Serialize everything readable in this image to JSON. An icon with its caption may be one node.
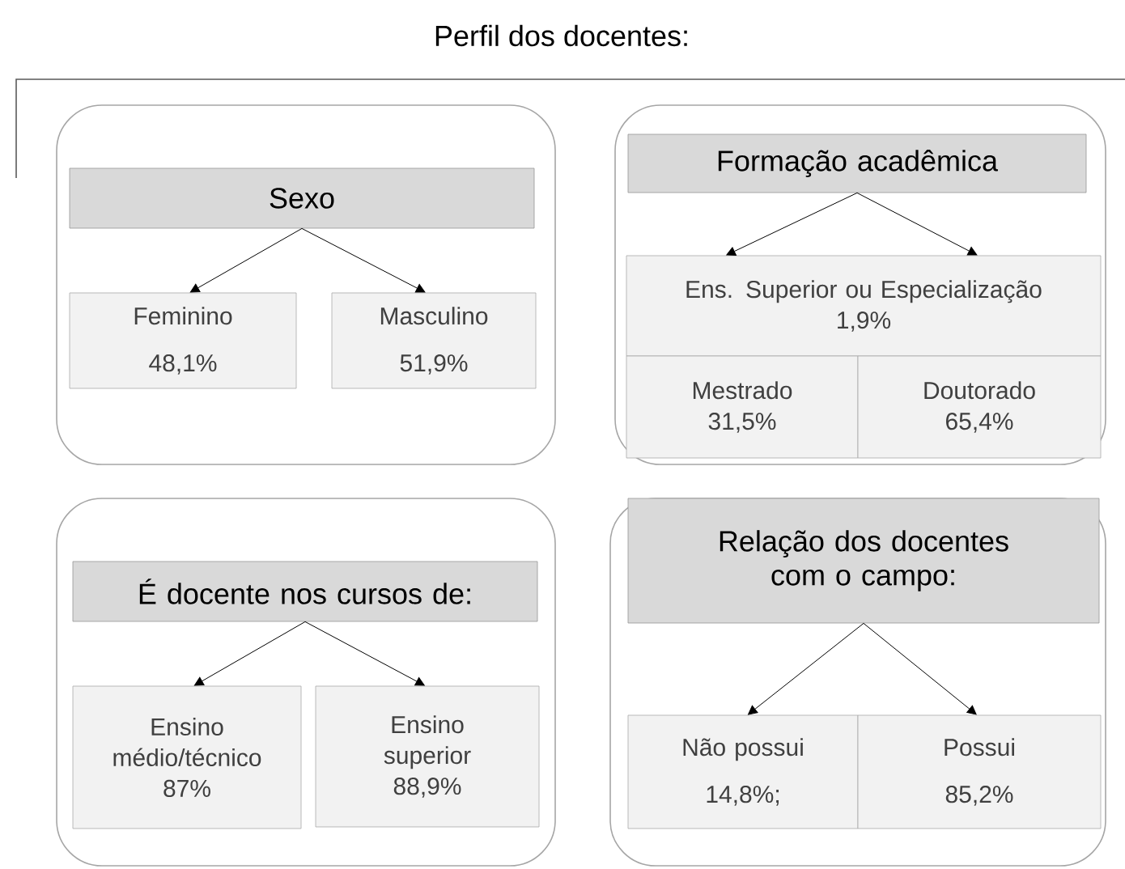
{
  "diagram": {
    "title": "Perfil dos docentes:",
    "nodes": [
      {
        "text": [],
        "shape": "box"
      },
      {
        "text": [
          "Sexo"
        ],
        "in": 0
      },
      {
        "text": [
          "Feminino",
          "48,1%"
        ],
        "in": 0
      },
      {
        "text": [
          "Masculino",
          "51,9%"
        ],
        "in": 0
      },
      {
        "text": [],
        "shape": "box"
      },
      {
        "text": [
          "Formação acadêmica"
        ],
        "in": 4
      },
      {
        "text": [
          "Ens. Superior ou Especialização",
          "1,9%"
        ],
        "in": 4
      },
      {
        "text": [
          "Mestrado",
          "31,5%"
        ],
        "in": 4
      },
      {
        "text": [
          "Doutorado",
          "65,4%"
        ],
        "in": 4
      },
      {
        "text": [],
        "shape": "box"
      },
      {
        "text": [
          "É docente nos cursos de:"
        ],
        "in": 9
      },
      {
        "text": [
          "Ensino médio/técnico",
          "87%"
        ],
        "in": 9
      },
      {
        "text": [
          "Ensino superior",
          "88,9%"
        ],
        "in": 9
      },
      {
        "text": [],
        "shape": "box"
      },
      {
        "text": [
          "Relação dos docentes com o campo:"
        ],
        "in": 13
      },
      {
        "text": [
          "Não possui",
          "14,8%;"
        ],
        "in": 13
      },
      {
        "text": [
          "Possui",
          "85,2%"
        ],
        "in": 13
      }
    ],
    "edges": [
      {
        "from": 1,
        "to": 2,
        "arrow": "to"
      },
      {
        "from": 1,
        "to": 3,
        "arrow": "to"
      },
      {
        "from": 5,
        "to": 6,
        "arrow": "to"
      },
      {
        "from": 5,
        "to": 6,
        "arrow": "to"
      },
      {
        "from": 10,
        "to": 11,
        "arrow": "to"
      },
      {
        "from": 10,
        "to": 12,
        "arrow": "to"
      },
      {
        "from": 14,
        "to": 15,
        "arrow": "to"
      },
      {
        "from": 14,
        "to": 16,
        "arrow": "to"
      }
    ]
  }
}
